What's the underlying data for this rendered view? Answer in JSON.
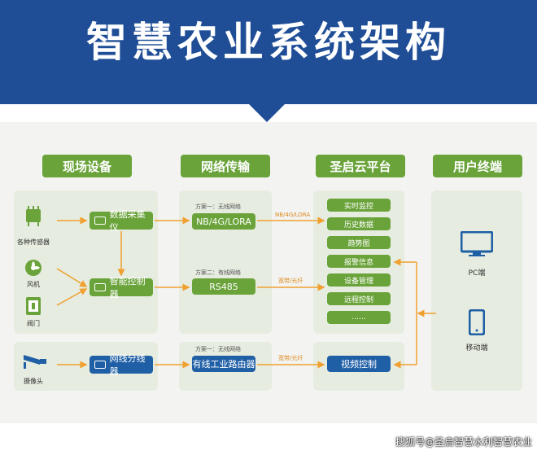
{
  "title": "智慧农业系统架构",
  "columns": [
    "现场设备",
    "网络传输",
    "圣启云平台",
    "用户终端"
  ],
  "devices": {
    "sensor_label": "各种传感器",
    "fan_label": "风机",
    "valve_label": "阀门",
    "camera_label": "摄像头",
    "collector": "数据采集仪",
    "controller": "智能控制器",
    "splitter": "网线分线器"
  },
  "network": {
    "plan1_label": "方案一：无线网络",
    "plan1_box": "NB/4G/LORA",
    "plan1_link": "NB/4G/LORA",
    "plan2_label": "方案二：有线网络",
    "plan2_box": "RS485",
    "plan2_link": "宽带/光纤",
    "plan3_label": "方案一：无线网络",
    "plan3_box": "有线工业路由器",
    "plan3_link": "宽带/光纤"
  },
  "platform": [
    "实时监控",
    "历史数据",
    "趋势图",
    "报警信息",
    "设备管理",
    "远程控制",
    "……"
  ],
  "platform_video": "视频控制",
  "terminals": {
    "pc": "PC端",
    "mobile": "移动端"
  },
  "watermark": "搜狐号@圣启智慧水利智慧农业",
  "colors": {
    "banner": "#1f4e96",
    "green": "#6aa33a",
    "blue": "#1f5fa6",
    "arrow": "#f0a030"
  }
}
